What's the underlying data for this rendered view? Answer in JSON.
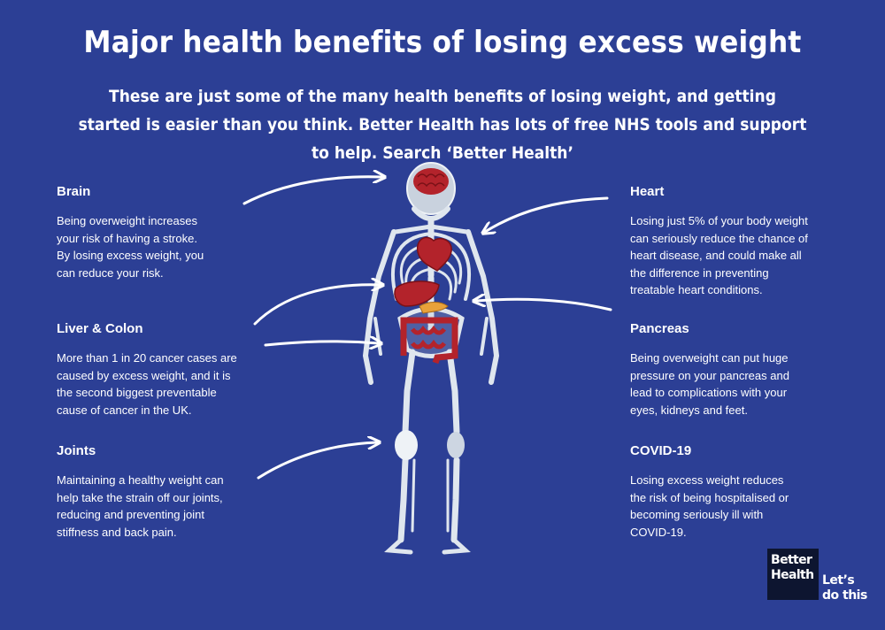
{
  "title": "Major health benefits of losing excess weight",
  "subtitle": "These are just some of the many health benefits of losing weight, and getting started is easier than you think. Better Health has lots of free NHS tools and support to help. Search ‘Better Health’",
  "sections": {
    "brain": {
      "heading": "Brain",
      "lines": [
        "Being overweight increases",
        "your risk of having a stroke.",
        "By losing excess weight, you",
        "can reduce your risk."
      ]
    },
    "liver_colon": {
      "heading": "Liver & Colon",
      "lines": [
        "More than 1 in 20 cancer cases are",
        "caused by excess weight, and it is",
        "the second biggest preventable",
        "cause of cancer in the UK."
      ]
    },
    "joints": {
      "heading": "Joints",
      "lines": [
        "Maintaining a healthy weight can",
        "help take the strain off our joints,",
        "reducing and preventing joint",
        "stiffness and back pain."
      ]
    },
    "heart": {
      "heading": "Heart",
      "lines": [
        "Losing just 5% of your body weight",
        "can seriously reduce the chance of",
        "heart disease, and could make all",
        "the difference in preventing",
        "treatable heart conditions."
      ]
    },
    "pancreas": {
      "heading": "Pancreas",
      "lines": [
        "Being overweight can put huge",
        "pressure on your pancreas and",
        "lead to complications with your",
        "eyes, kidneys and feet."
      ]
    },
    "covid": {
      "heading": "COVID-19",
      "lines": [
        "Losing excess weight reduces",
        "the risk of being hospitalised or",
        "becoming seriously ill with",
        "COVID-19."
      ]
    }
  },
  "logo": {
    "line1": "Better",
    "line2": "Health"
  },
  "tagline": {
    "line1": "Let’s",
    "line2": "do this"
  },
  "colors": {
    "background": "#2c3f95",
    "text": "#ffffff",
    "organ_red": "#b3232b",
    "pancreas": "#e8a23a",
    "bone": "#dfe6ee",
    "logo_box": "#0d1530"
  }
}
